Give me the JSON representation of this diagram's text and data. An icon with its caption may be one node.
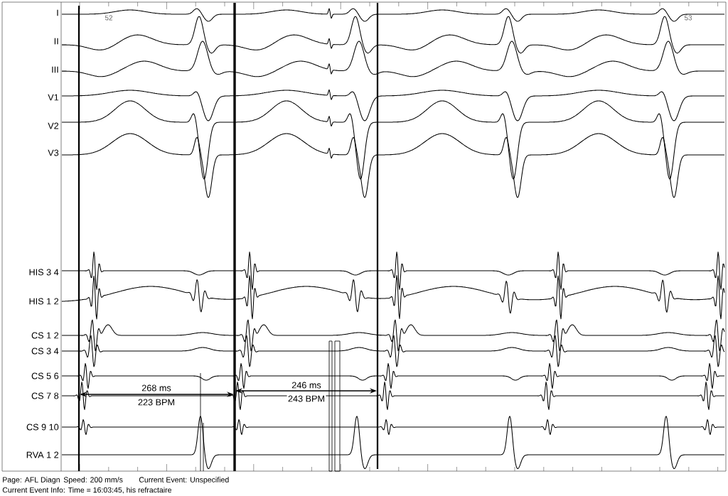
{
  "diagram": {
    "labels": [
      "I",
      "II",
      "III",
      "V1",
      "V2",
      "V3",
      "HIS 3 4",
      "HIS 1 2",
      "CS 1 2",
      "CS 3 4",
      "CS 5 6",
      "CS 7 8",
      "CS 9 10",
      "RVA 1 2",
      "52",
      "53",
      "268 ms",
      "223 BPM",
      "246 ms",
      "243 BPM",
      "Page: AFL Diagn",
      "Speed: 200 mm/s",
      "Current Event: Unspecified",
      "Current Event Info: Time = 16:03:45, his refractaire"
    ]
  }
}
